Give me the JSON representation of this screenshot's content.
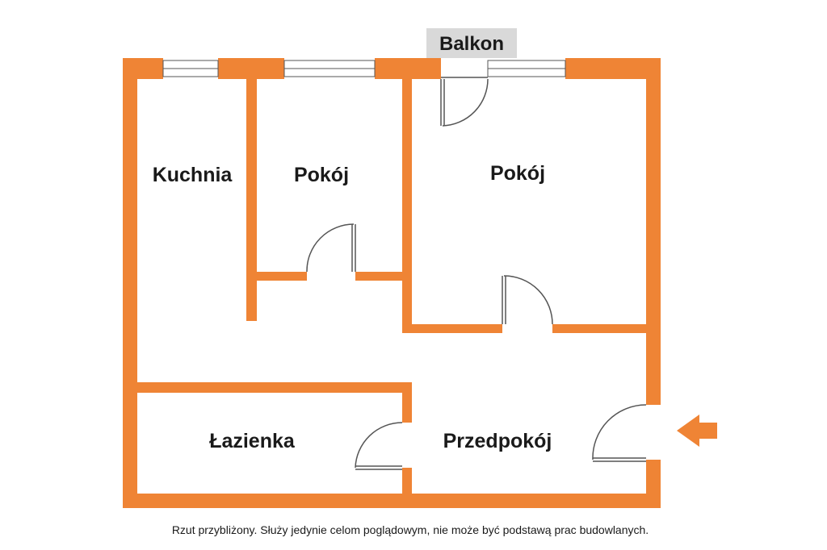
{
  "balcony": {
    "label": "Balkon"
  },
  "rooms": {
    "kitchen": "Kuchnia",
    "room_small": "Pokój",
    "room_large": "Pokój",
    "bathroom": "Łazienka",
    "hallway": "Przedpokój"
  },
  "caption": "Rzut przybliżony. Służy jedynie celom poglądowym, nie może być podstawą prac budowlanych.",
  "colors": {
    "wall": "#ef8435",
    "arrow": "#ef8435",
    "balcony_bg": "#d9d9d9",
    "door_line": "#555555"
  },
  "icons": {
    "entrance": "entrance-arrow-icon"
  }
}
